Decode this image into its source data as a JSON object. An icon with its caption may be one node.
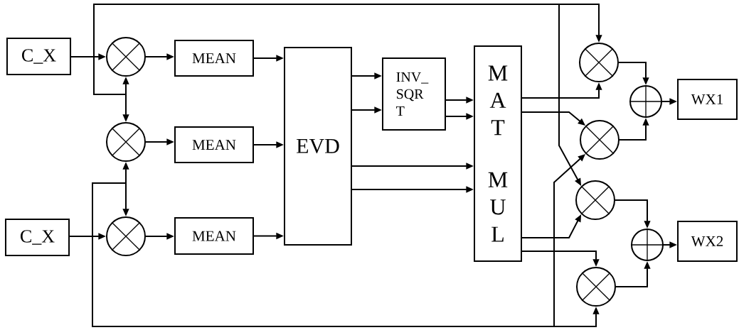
{
  "diagram": {
    "nodes": [
      {
        "text": [
          "C_X"
        ]
      },
      {
        "text": [
          "C_X"
        ]
      },
      {
        "text": [],
        "shape": "circle"
      },
      {
        "text": [],
        "shape": "circle"
      },
      {
        "text": [],
        "shape": "circle"
      },
      {
        "text": [
          "MEAN"
        ]
      },
      {
        "text": [
          "MEAN"
        ]
      },
      {
        "text": [
          "MEAN"
        ]
      },
      {
        "text": [
          "EVD"
        ]
      },
      {
        "text": [
          "INV_ SQR T"
        ]
      },
      {
        "text": [
          "M A T",
          "M U L"
        ]
      },
      {
        "text": [],
        "shape": "circle"
      },
      {
        "text": [],
        "shape": "circle"
      },
      {
        "text": [],
        "shape": "circle"
      },
      {
        "text": [],
        "shape": "circle"
      },
      {
        "text": [],
        "shape": "circle"
      },
      {
        "text": [],
        "shape": "circle"
      },
      {
        "text": [
          "WX1"
        ]
      },
      {
        "text": [
          "WX2"
        ]
      }
    ],
    "edges": [
      {
        "from": 0,
        "to": 2,
        "arrow": "to"
      },
      {
        "from": 0,
        "to": 2,
        "arrow": "to"
      },
      {
        "from": 0,
        "to": 3,
        "arrow": "to"
      },
      {
        "from": 0,
        "to": 11,
        "arrow": "to"
      },
      {
        "from": 0,
        "to": 13,
        "arrow": "to"
      },
      {
        "from": 1,
        "to": 4,
        "arrow": "to"
      },
      {
        "from": 1,
        "to": 4,
        "arrow": "to"
      },
      {
        "from": 1,
        "to": 3,
        "arrow": "to"
      },
      {
        "from": 1,
        "to": 12,
        "arrow": "to"
      },
      {
        "from": 1,
        "to": 14,
        "arrow": "to"
      },
      {
        "from": 2,
        "to": 5,
        "arrow": "to"
      },
      {
        "from": 3,
        "to": 6,
        "arrow": "to"
      },
      {
        "from": 4,
        "to": 7,
        "arrow": "to"
      },
      {
        "from": 5,
        "to": 8,
        "arrow": "to"
      },
      {
        "from": 6,
        "to": 8,
        "arrow": "to"
      },
      {
        "from": 7,
        "to": 8,
        "arrow": "to"
      },
      {
        "from": 8,
        "to": 9,
        "arrow": "to"
      },
      {
        "from": 8,
        "to": 9,
        "arrow": "to"
      },
      {
        "from": 9,
        "to": 10,
        "arrow": "to"
      },
      {
        "from": 9,
        "to": 10,
        "arrow": "to"
      },
      {
        "from": 8,
        "to": 10,
        "arrow": "to"
      },
      {
        "from": 8,
        "to": 10,
        "arrow": "to"
      },
      {
        "from": 10,
        "to": 11,
        "arrow": "to"
      },
      {
        "from": 10,
        "to": 12,
        "arrow": "to"
      },
      {
        "from": 10,
        "to": 13,
        "arrow": "to"
      },
      {
        "from": 10,
        "to": 14,
        "arrow": "to"
      },
      {
        "from": 11,
        "to": 15,
        "arrow": "to"
      },
      {
        "from": 12,
        "to": 15,
        "arrow": "to"
      },
      {
        "from": 13,
        "to": 16,
        "arrow": "to"
      },
      {
        "from": 14,
        "to": 16,
        "arrow": "to"
      },
      {
        "from": 15,
        "to": 17,
        "arrow": "to"
      },
      {
        "from": 16,
        "to": 18,
        "arrow": "to"
      }
    ]
  }
}
